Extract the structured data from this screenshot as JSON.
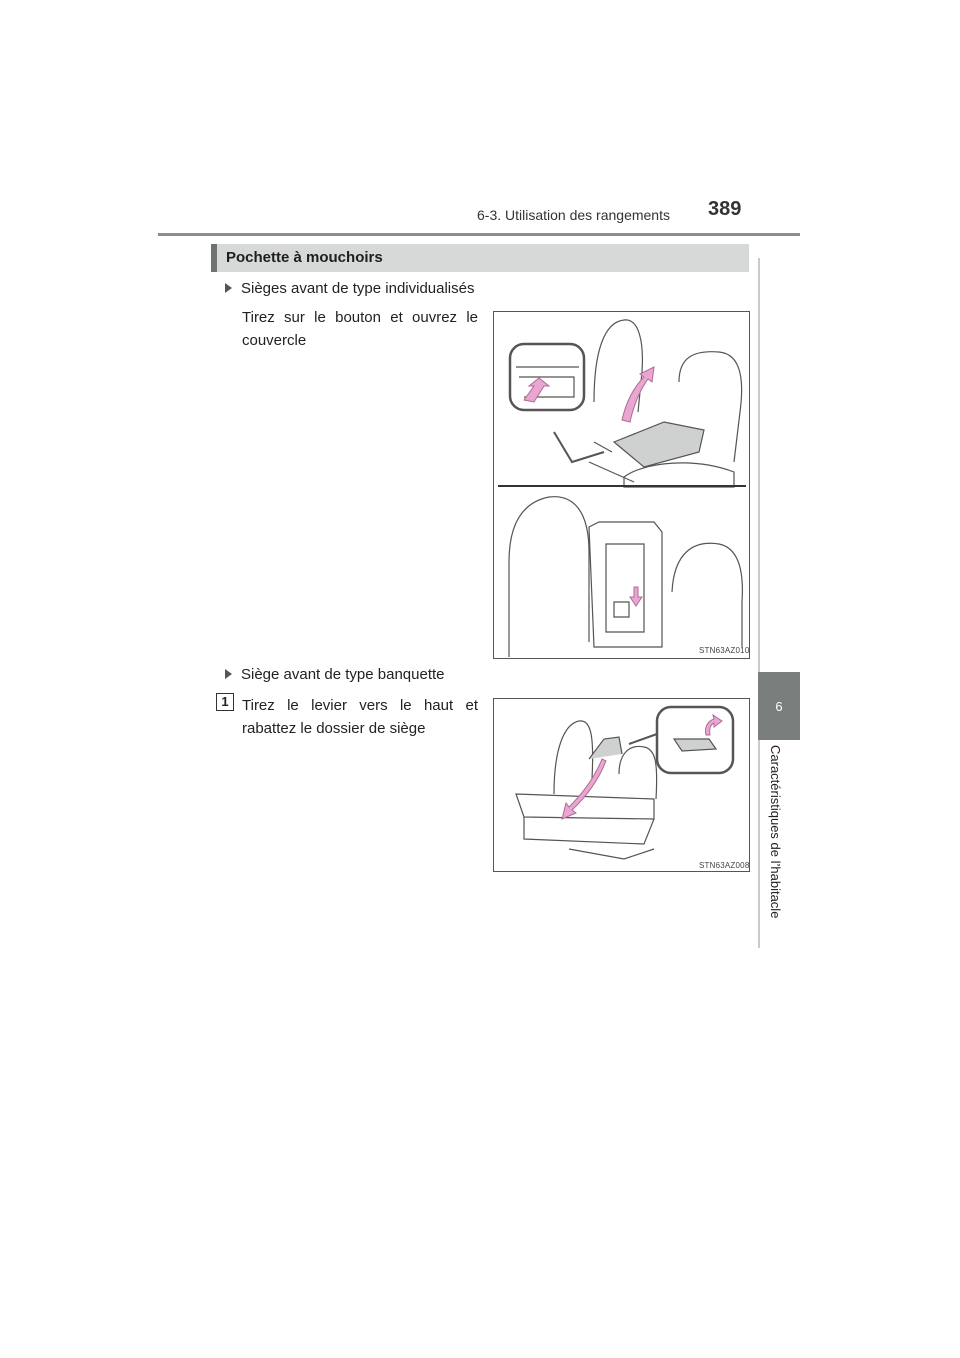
{
  "header": {
    "section": "6-3. Utilisation des rangements",
    "page_number": "389"
  },
  "side_tab": {
    "chapter_number": "6",
    "chapter_title": "Caractéristiques de l’habitacle"
  },
  "section": {
    "heading": "Pochette à mouchoirs"
  },
  "items": [
    {
      "bullet": "Sièges avant de type individualisés",
      "text": "Tirez sur le bouton et ouvrez le couvercle",
      "figure_code": "STN63AZ010"
    },
    {
      "bullet": "Siège avant de type banquette",
      "step": "1",
      "text": "Tirez le levier vers le haut et rabattez le dossier de siège",
      "figure_code": "STN63AZ008"
    }
  ],
  "colors": {
    "accent_pink": "#e8a6d0",
    "heading_bg": "#d7d9d8",
    "tab_bg": "#7a7e7c"
  }
}
